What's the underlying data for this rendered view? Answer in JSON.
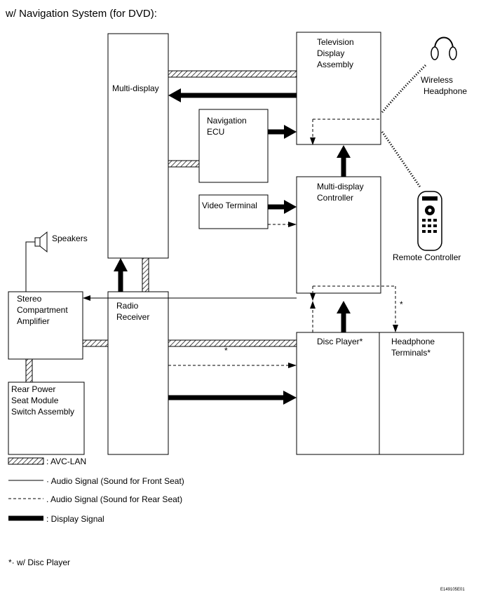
{
  "title": "w/ Navigation System (for DVD):",
  "components": {
    "multi_display": "Multi-display",
    "tv_display": [
      "Television",
      "Display",
      "Assembly"
    ],
    "wireless_headphone": [
      "Wireless",
      "Headphone"
    ],
    "navigation_ecu": [
      "Navigation",
      "ECU"
    ],
    "video_terminal": "Video Terminal",
    "multi_display_controller": [
      "Multi-display",
      "Controller"
    ],
    "remote_controller": "Remote Controller",
    "speakers": "Speakers",
    "stereo_amplifier": [
      "Stereo",
      "Compartment",
      "Amplifier"
    ],
    "radio_receiver": [
      "Radio",
      "Receiver"
    ],
    "disc_player": "Disc Player*",
    "headphone_terminals": [
      "Headphone",
      "Terminals*"
    ],
    "rear_power_seat": [
      "Rear Power",
      "Seat Module",
      "Switch Assembly"
    ]
  },
  "asterisk": "*",
  "legend": {
    "avc_lan": ": AVC-LAN",
    "audio_front": "· Audio Signal (Sound for Front Seat)",
    "audio_rear": ". Audio Signal (Sound for Rear Seat)",
    "display_signal": ": Display Signal"
  },
  "footnote": "*· w/ Disc Player",
  "figure_code": "E149105E01"
}
